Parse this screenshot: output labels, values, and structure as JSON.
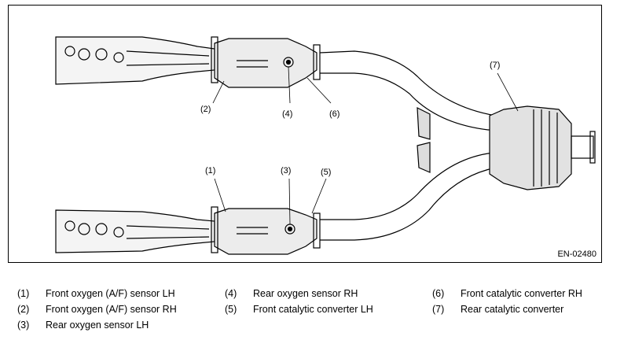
{
  "figure": {
    "id": "EN-02480",
    "callouts": [
      "(1)",
      "(2)",
      "(3)",
      "(4)",
      "(5)",
      "(6)",
      "(7)"
    ]
  },
  "legend": [
    {
      "num": "(1)",
      "label": "Front oxygen (A/F) sensor LH"
    },
    {
      "num": "(2)",
      "label": "Front oxygen (A/F) sensor RH"
    },
    {
      "num": "(3)",
      "label": "Rear oxygen sensor LH"
    },
    {
      "num": "(4)",
      "label": "Rear oxygen sensor RH"
    },
    {
      "num": "(5)",
      "label": "Front catalytic converter LH"
    },
    {
      "num": "(6)",
      "label": "Front catalytic converter RH"
    },
    {
      "num": "(7)",
      "label": "Rear catalytic converter"
    }
  ]
}
